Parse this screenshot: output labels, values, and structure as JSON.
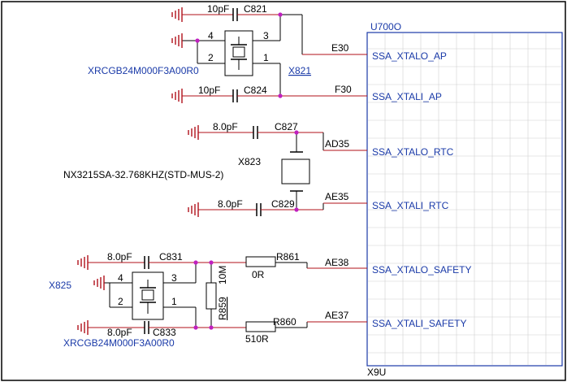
{
  "colors": {
    "wire": "#000000",
    "net": "#b0101a",
    "ground": "#b0101a",
    "junction": "#c020c0",
    "text": "#000000",
    "ic_text": "#1a3aa8",
    "grid": "#d0d0d0"
  },
  "chip": {
    "ref": "U700O",
    "part": "X9U",
    "pins": [
      {
        "net": "E30",
        "name": "SSA_XTALO_AP"
      },
      {
        "net": "F30",
        "name": "SSA_XTALI_AP"
      },
      {
        "net": "AD35",
        "name": "SSA_XTALO_RTC"
      },
      {
        "net": "AE35",
        "name": "SSA_XTALI_RTC"
      },
      {
        "net": "AE38",
        "name": "SSA_XTALO_SAFETY"
      },
      {
        "net": "AE37",
        "name": "SSA_XTALI_SAFETY"
      }
    ]
  },
  "ap_block": {
    "cap_top": {
      "value": "10pF",
      "ref": "C821"
    },
    "cap_bot": {
      "value": "10pF",
      "ref": "C824"
    },
    "crystal": {
      "ref": "X821",
      "part": "XRCGB24M000F3A00R0",
      "pins": [
        "4",
        "3",
        "2",
        "1"
      ]
    }
  },
  "rtc_block": {
    "cap_top": {
      "value": "8.0pF",
      "ref": "C827"
    },
    "cap_bot": {
      "value": "8.0pF",
      "ref": "C829"
    },
    "crystal": {
      "ref": "X823",
      "part": "NX3215SA-32.768KHZ(STD-MUS-2)"
    }
  },
  "safety_block": {
    "cap_top": {
      "value": "8.0pF",
      "ref": "C831"
    },
    "cap_bot": {
      "value": "8.0pF",
      "ref": "C833"
    },
    "crystal": {
      "ref": "X825",
      "part": "XRCGB24M000F3A00R0",
      "pins": [
        "4",
        "3",
        "2",
        "1"
      ]
    },
    "r_top": {
      "ref": "R861",
      "value": "0R"
    },
    "r_bot": {
      "ref": "R860",
      "value": "510R"
    },
    "r_shunt": {
      "ref": "R859",
      "value": "10M"
    }
  }
}
